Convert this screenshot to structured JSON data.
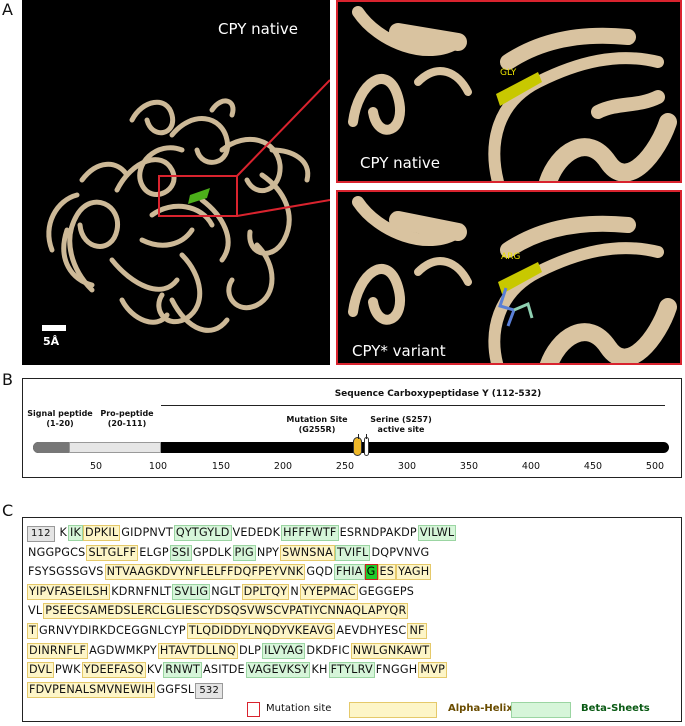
{
  "panels": {
    "a_letter": "A",
    "b_letter": "B",
    "c_letter": "C"
  },
  "panel_a": {
    "main_caption": "CPY native",
    "zoom_top_caption": "CPY native",
    "zoom_bottom_caption": "CPY* variant",
    "residue_native": "GLY",
    "residue_variant": "ARG",
    "scale_label": "5Å",
    "colors": {
      "ribbon": "#d9c3a0",
      "highlight": "#c8c800",
      "box": "#d9232e"
    }
  },
  "panel_b": {
    "sequence_title": "Sequence Carboxypeptidase Y (112-532)",
    "signal_peptide": "Signal peptide",
    "signal_range": "(1-20)",
    "pro_peptide": "Pro-peptide",
    "pro_range": "(20-111)",
    "mutation_site": "Mutation Site",
    "mutation_code": "(G255R)",
    "serine": "Serine (S257)",
    "serine_sub": "active site",
    "ticks": [
      "50",
      "100",
      "150",
      "200",
      "250",
      "300",
      "350",
      "400",
      "450",
      "500"
    ]
  },
  "panel_c": {
    "start_num": "112",
    "end_num": "532",
    "lines": [
      [
        [
          "n",
          "112"
        ],
        [
          "",
          "K"
        ],
        [
          "b",
          "IK"
        ],
        [
          "h",
          "DPKIL"
        ],
        [
          "",
          "GIDPNVT"
        ],
        [
          "b",
          "QYTGYLD"
        ],
        [
          "",
          "VEDEDK"
        ],
        [
          "b",
          "HFFFWTF"
        ],
        [
          "",
          "ESRNDPAKDP"
        ],
        [
          "b",
          "VILWL"
        ]
      ],
      [
        [
          "",
          "NGGPGCS"
        ],
        [
          "h",
          "SLTGLFF"
        ],
        [
          "",
          "ELGP"
        ],
        [
          "b",
          "SSI"
        ],
        [
          "",
          "GPDLK"
        ],
        [
          "b",
          "PIG"
        ],
        [
          "",
          "NPY"
        ],
        [
          "h",
          "SWNSNA"
        ],
        [
          "b",
          "TVIFL"
        ],
        [
          "",
          "DQPVNVG"
        ]
      ],
      [
        [
          "",
          "FSYSGSSGVS"
        ],
        [
          "h",
          "NTVAAGKDVYNFLELFFDQFPEYVNK"
        ],
        [
          "",
          "GQD"
        ],
        [
          "b",
          "FHIA"
        ],
        [
          "m",
          "G"
        ],
        [
          "h",
          "ES"
        ],
        [
          "h",
          "YAGH"
        ]
      ],
      [
        [
          "h",
          "YIPVFASEILSH"
        ],
        [
          "",
          "KDRNFNLT"
        ],
        [
          "b",
          "SVLIG"
        ],
        [
          "",
          "NGLT"
        ],
        [
          "h",
          "DPLTQY"
        ],
        [
          "",
          "N"
        ],
        [
          "h",
          "YYEPMAC"
        ],
        [
          "",
          "GEGGEPS"
        ]
      ],
      [
        [
          "",
          "VL"
        ],
        [
          "h",
          "PSEECSAMEDSLERCLGLIESCYDSQSVWSCVPATIYCNNAQLAPYQR"
        ]
      ],
      [
        [
          "h",
          "T"
        ],
        [
          "",
          "GRNVYDIRKDCEGGNLCYP"
        ],
        [
          "h",
          "TLQDIDDYLNQDYVKEAVG"
        ],
        [
          "",
          "AEVDHYESC"
        ],
        [
          "h",
          "NF"
        ]
      ],
      [
        [
          "h",
          "DINRNFLF"
        ],
        [
          "",
          "AGDWMKPY"
        ],
        [
          "h",
          "HTAVTDLLNQ"
        ],
        [
          "",
          "DLP"
        ],
        [
          "b",
          "ILVYAG"
        ],
        [
          "",
          "DKDFIC"
        ],
        [
          "h",
          "NWLGNKAWT"
        ]
      ],
      [
        [
          "h",
          "DVL"
        ],
        [
          "",
          "PWK"
        ],
        [
          "h",
          "YDEEFASQ"
        ],
        [
          "",
          "KV"
        ],
        [
          "b",
          "RNWT"
        ],
        [
          "",
          "ASITDE"
        ],
        [
          "b",
          "VAGEVKSY"
        ],
        [
          "",
          "KH"
        ],
        [
          "b",
          "FTYLRV"
        ],
        [
          "",
          "FNGGH"
        ],
        [
          "h",
          "MVP"
        ]
      ],
      [
        [
          "h",
          "FDVPENALSMVNEWIH"
        ],
        [
          "",
          "GGFSL"
        ],
        [
          "n",
          "532"
        ]
      ]
    ],
    "legend": {
      "mutation": "Mutation site",
      "alpha": "Alpha-Helix",
      "beta": "Beta-Sheets",
      "colors": {
        "mutation": "#d9232e",
        "alpha_fill": "#fdf5c7",
        "alpha_text": "#6a4c00",
        "beta_fill": "#d6f5d9",
        "beta_text": "#0a5a14"
      }
    }
  }
}
